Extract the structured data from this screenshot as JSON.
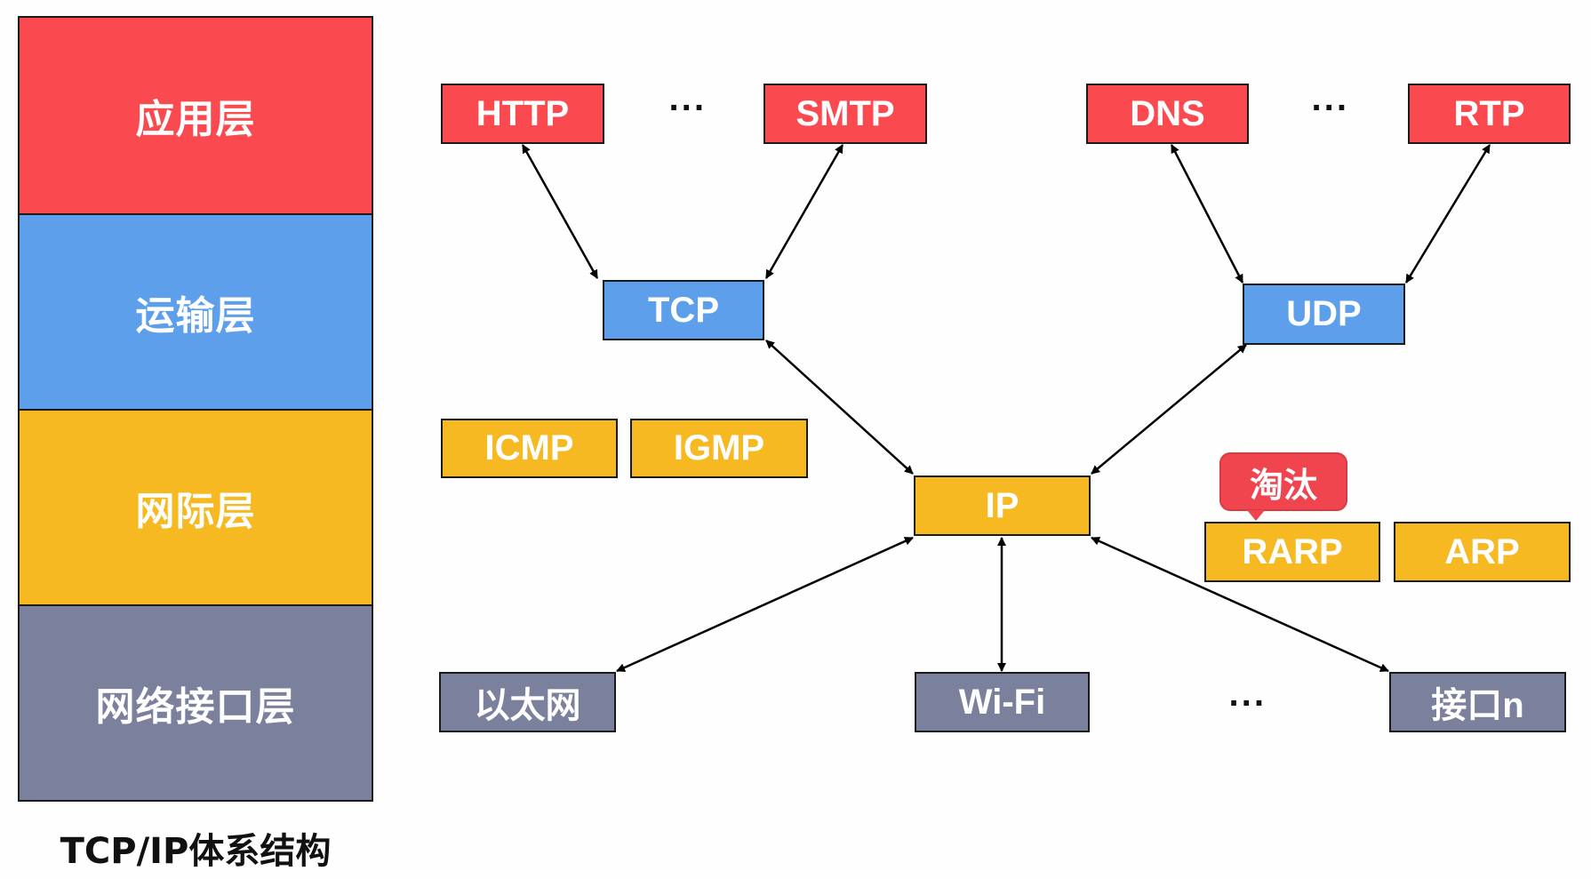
{
  "layers": [
    {
      "label": "应用层",
      "color": "#fa4a50"
    },
    {
      "label": "运输层",
      "color": "#5e9fec"
    },
    {
      "label": "网际层",
      "color": "#f7b922"
    },
    {
      "label": "网络接口层",
      "color": "#7b819c"
    }
  ],
  "caption": "TCP/IP体系结构",
  "application": {
    "http": "HTTP",
    "smtp": "SMTP",
    "dns": "DNS",
    "rtp": "RTP",
    "ellipsis_left": "···",
    "ellipsis_right": "···"
  },
  "transport": {
    "tcp": "TCP",
    "udp": "UDP"
  },
  "internet": {
    "icmp": "ICMP",
    "igmp": "IGMP",
    "ip": "IP",
    "rarp": "RARP",
    "arp": "ARP"
  },
  "network_interface": {
    "ethernet": "以太网",
    "wifi": "Wi-Fi",
    "interface_n": "接口n",
    "ellipsis": "···"
  },
  "deprecated_badge": "淘汰",
  "connections": [
    [
      "HTTP",
      "TCP"
    ],
    [
      "SMTP",
      "TCP"
    ],
    [
      "DNS",
      "UDP"
    ],
    [
      "RTP",
      "UDP"
    ],
    [
      "TCP",
      "IP"
    ],
    [
      "UDP",
      "IP"
    ],
    [
      "IP",
      "以太网"
    ],
    [
      "IP",
      "Wi-Fi"
    ],
    [
      "IP",
      "接口n"
    ]
  ]
}
